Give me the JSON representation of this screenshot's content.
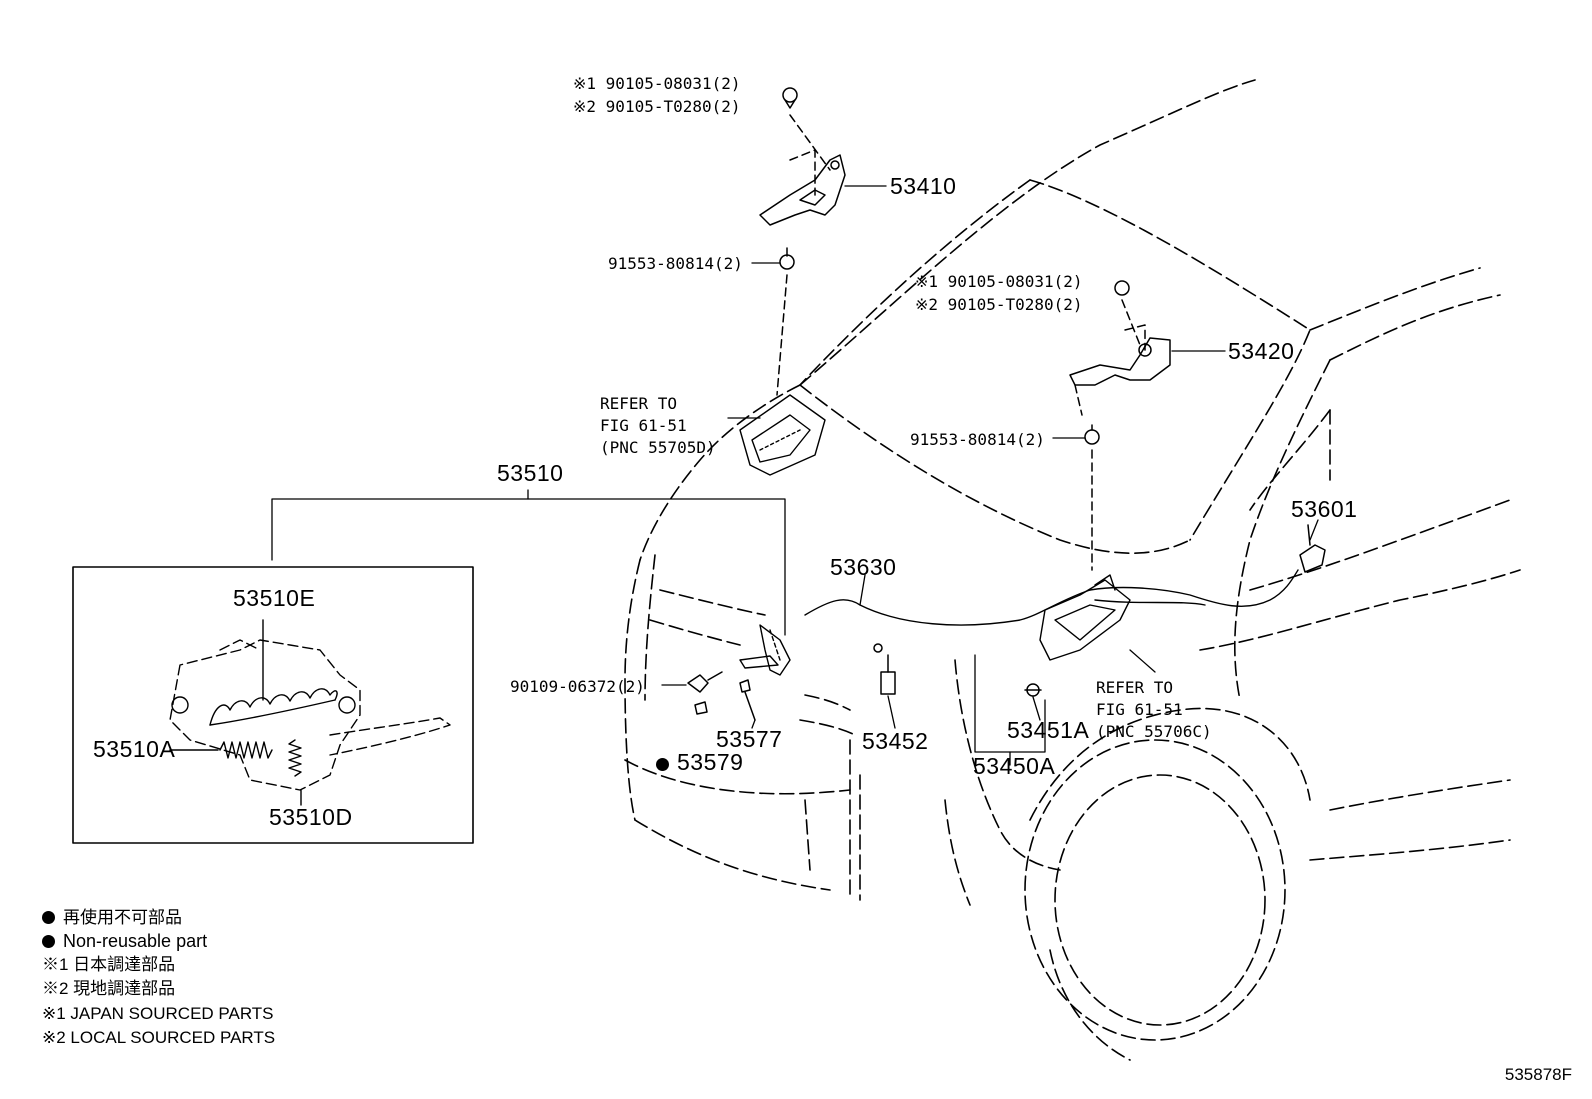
{
  "figure_id": "535878F",
  "hinge_left": {
    "bolt_line1": "※1 90105-08031(2)",
    "bolt_line2": "※2 90105-T0280(2)",
    "hinge_part": "53410",
    "nut": "91553-80814(2)"
  },
  "hinge_right": {
    "bolt_line1": "※1 90105-08031(2)",
    "bolt_line2": "※2 90105-T0280(2)",
    "hinge_part": "53420",
    "nut": "91553-80814(2)"
  },
  "refer_left": {
    "line1": "REFER TO",
    "line2": "FIG 61-51",
    "line3": "(PNC 55705D)"
  },
  "refer_right": {
    "line1": "REFER TO",
    "line2": "FIG 61-51",
    "line3": "(PNC 55706C)"
  },
  "lock_assy": {
    "part": "53510",
    "sub_e": "53510E",
    "sub_a": "53510A",
    "sub_d": "53510D"
  },
  "parts": {
    "p53630": "53630",
    "p53601": "53601",
    "bolt_90109": "90109-06372(2)",
    "p53577": "53577",
    "p53579": "53579",
    "p53452": "53452",
    "p53451a": "53451A",
    "p53450a": "53450A"
  },
  "legend": {
    "non_reusable_jp": "再使用不可部品",
    "non_reusable_en": "Non-reusable part",
    "note1_jp": "※1 日本調達部品",
    "note2_jp": "※2 現地調達部品",
    "note1_en": "※1 JAPAN SOURCED PARTS",
    "note2_en": "※2 LOCAL SOURCED PARTS"
  }
}
